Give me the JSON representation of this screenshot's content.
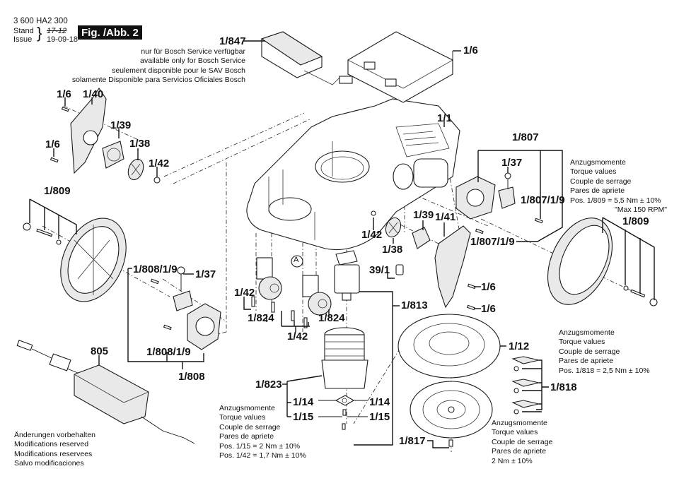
{
  "header": {
    "document_number": "3 600 HA2 300",
    "stand_label": "Stand",
    "issue_label": "Issue",
    "stand_value_struck": "17-12",
    "issue_value": "19-09-18",
    "figure_badge": "Fig. /Abb. 2"
  },
  "service_note": {
    "part": "1/847",
    "lines": [
      "nur für Bosch Service verfügbar",
      "available only for Bosch Service",
      "seulement disponible pour le SAV Bosch",
      "solamente Disponible para Servicios Oficiales Bosch"
    ]
  },
  "part_labels": {
    "housing": "1/1",
    "screw_top_right": "1/6",
    "screw_left_top": "1/6",
    "screw_left_bottom": "1/6",
    "cover_left": "1/40",
    "cover_right": "1/41",
    "gear_cover_left": "1/39",
    "gear_cover_right": "1/39",
    "wheel_hub_left": "1/38",
    "wheel_hub_right": "1/38",
    "screw_hub_left": "1/42",
    "screw_hub_right": "1/42",
    "wheel_left": "1/809",
    "wheel_right": "1/809",
    "drive_left_screw_top": "1/808/1/9",
    "drive_left_screw_bottom": "1/808/1/9",
    "drive_left": "1/808",
    "brush_left": "1/37",
    "drive_right": "1/807",
    "brush_right": "1/37",
    "drive_right_screw_a": "1/807/1/9",
    "drive_right_screw_b": "1/807/1/9",
    "caster_screw_left": "1/42",
    "caster_left": "1/824",
    "caster_right": "1/824",
    "caster_screws": "1/42",
    "detail_marker": "A",
    "cover_screw_right_a": "1/6",
    "cover_screw_right_b": "1/6",
    "knob": "39/1",
    "motor": "1/813",
    "blade_guard": "1/12",
    "motor_mount": "1/823",
    "flange_left": "1/14",
    "flange_right": "1/14",
    "motor_screw_left": "1/15",
    "motor_screw_right": "1/15",
    "blade_set": "1/818",
    "blade_disc": "1/817",
    "power_supply": "805"
  },
  "torque_notes": [
    {
      "id": "torque-809",
      "lines": [
        "Anzugsmomente",
        "Torque values",
        "Couple de serrage",
        "Pares de apriete",
        "Pos. 1/809 = 5,5 Nm  ± 10%",
        "\"Max 150 RPM\""
      ]
    },
    {
      "id": "torque-818",
      "lines": [
        "Anzugsmomente",
        "Torque values",
        "Couple de serrage",
        "Pares de apriete",
        "Pos. 1/818 = 2,5 Nm  ± 10%"
      ]
    },
    {
      "id": "torque-817",
      "lines": [
        "Anzugsmomente",
        "Torque values",
        "Couple de serrage",
        "Pares de apriete",
        "2 Nm  ± 10%"
      ]
    },
    {
      "id": "torque-15-42",
      "lines": [
        "Anzugsmomente",
        "Torque values",
        "Couple de serrage",
        "Pares de apriete",
        "Pos. 1/15 = 2 Nm  ± 10%",
        "Pos. 1/42 = 1,7 Nm  ± 10%"
      ]
    }
  ],
  "footer_note": {
    "lines": [
      "Änderungen vorbehalten",
      "Modifications reserved",
      "Modifications reservees",
      "Salvo modificaciones"
    ]
  }
}
